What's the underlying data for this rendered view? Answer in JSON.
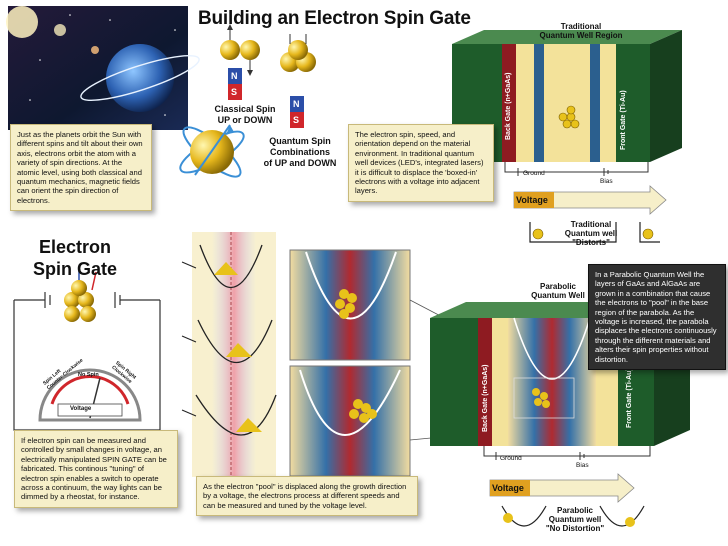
{
  "title": "Building an Electron Spin Gate",
  "section_title_line1": "Electron",
  "section_title_line2": "Spin Gate",
  "captions": {
    "planets": "Just as the planets orbit the Sun with different spins and tilt about their own axis, electrons orbit the atom with a variety of spin directions. At the atomic level, using both classical and quantum mechanics, magnetic fields can orient the spin direction of electrons.",
    "material": "The electron spin, speed, and orientation depend on the material environment. In traditional quantum well devices (LED's, integrated lasers) it is difficult to displace the 'boxed-in' electrons with a voltage into adjacent layers.",
    "gate": "If electron spin can be measured and controlled by small changes in voltage, an electrically manipulated SPIN GATE can be fabricated. This continous \"tuning\" of electron spin enables a switch to operate across a continuum, the way lights can be dimmed by a rheostat, for instance.",
    "pool": "As the electron \"pool\" is displaced along the growth direction by a voltage, the electrons process at different speeds and can be measured and tuned by the voltage level.",
    "parabolic": "In a Parabolic Quantum Well the layers of GaAs and AlGaAs are grown in a combination that cause the electrons to \"pool\" in the base region of the parabola. As the voltage is increased, the parabola displaces the electrons continuously through the different materials and alters their spin properties without distortion."
  },
  "labels": {
    "classical_spin_1": "Classical Spin",
    "classical_spin_2": "UP or DOWN",
    "quantum_spin_1": "Quantum Spin",
    "quantum_spin_2": "Combinations",
    "quantum_spin_3": "of UP and DOWN",
    "magnet_n": "N",
    "magnet_s": "S",
    "traditional_region_1": "Traditional",
    "traditional_region_2": "Quantum Well Region",
    "back_gate": "Back Gate (n+GaAs)",
    "front_gate": "Front Gate (Ti-Au)",
    "ground": "Ground",
    "bias": "Bias",
    "voltage": "Voltage",
    "trad_distorts_1": "Traditional",
    "trad_distorts_2": "Quantum well",
    "trad_distorts_3": "\"Distorts\"",
    "parabolic_well_1": "Parabolic",
    "parabolic_well_2": "Quantum Well",
    "para_nodist_1": "Parabolic",
    "para_nodist_2": "Quantum well",
    "para_nodist_3": "\"No Distortion\"",
    "meter_left": "Spin Left",
    "meter_left2": "Counter-Clockwise",
    "meter_mid": "No Spin",
    "meter_right": "Spin Right",
    "meter_right2": "Clockwise",
    "meter_voltage": "Voltage"
  },
  "colors": {
    "caption_bg": "#f6efc9",
    "layer_green": "#1e5c2a",
    "layer_yellow": "#f3e29a",
    "layer_red": "#8e1b21",
    "layer_blue": "#2b5f8e",
    "electron": "#e8c21a"
  }
}
